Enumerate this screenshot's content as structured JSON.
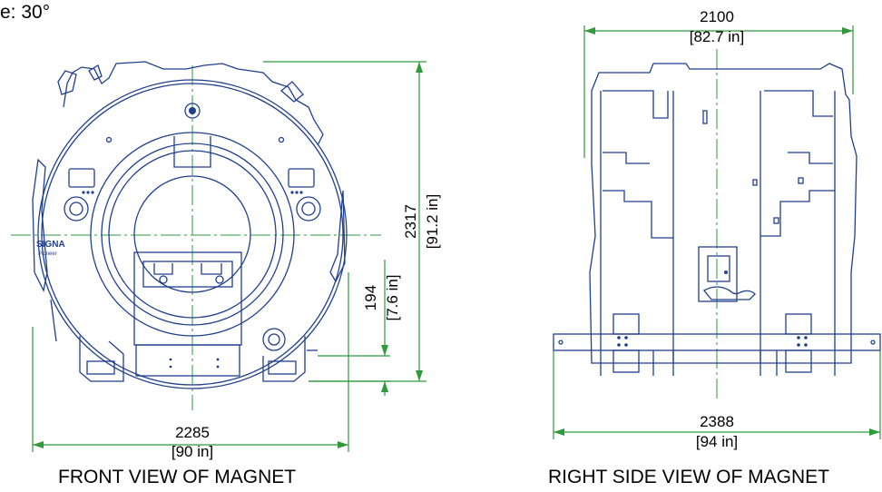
{
  "header": {
    "partial_text": "e: 30°"
  },
  "front_view": {
    "caption": "FRONT VIEW OF MAGNET",
    "logo_line1": "SIGNA",
    "logo_line2": "Pioneer",
    "dim_width_mm": "2285",
    "dim_width_in": "[90 in]",
    "dim_height_mm": "2317",
    "dim_height_in": "[91.2 in]",
    "dim_offset_mm": "194",
    "dim_offset_in": "[7.6 in]"
  },
  "side_view": {
    "caption": "RIGHT SIDE VIEW OF MAGNET",
    "dim_top_mm": "2100",
    "dim_top_in": "[82.7 in]",
    "dim_bottom_mm": "2388",
    "dim_bottom_in": "[94 in]"
  },
  "colors": {
    "drawing": "#1f3f8f",
    "dimension": "#2f9a3c",
    "text": "#000000"
  }
}
